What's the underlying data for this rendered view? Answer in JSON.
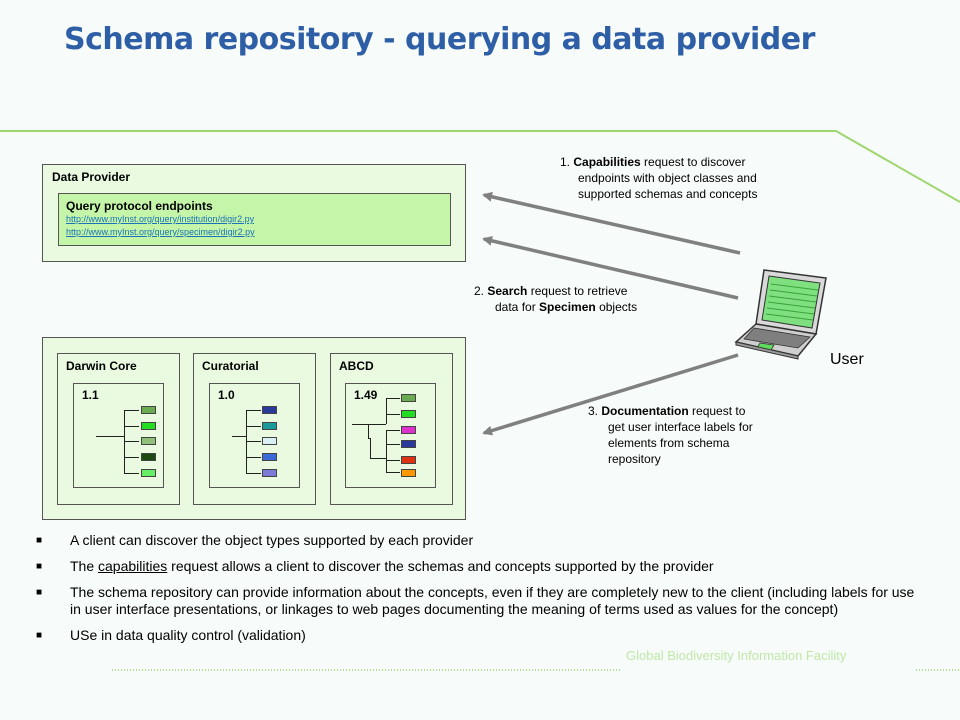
{
  "title": "Schema repository - querying a data provider",
  "data_provider": {
    "label": "Data Provider",
    "endpoints_heading": "Query protocol endpoints",
    "endpoints": [
      "http://www.myInst.org/query/institution/digir2.py",
      "http://www.myInst.org/query/specimen/digir2.py"
    ]
  },
  "schemas": [
    {
      "name": "Darwin Core",
      "version": "1.1",
      "node_colors": [
        "#6aaa50",
        "#22dd22",
        "#8fc079",
        "#1a4a10",
        "#66ee66"
      ]
    },
    {
      "name": "Curatorial",
      "version": "1.0",
      "node_colors": [
        "#2a3a9a",
        "#1a9a9a",
        "#d8f0f4",
        "#3a6ad8",
        "#7a7ad8"
      ]
    },
    {
      "name": "ABCD",
      "version": "1.49",
      "node_colors": [
        "#6aaa50",
        "#22dd22",
        "#dd33cc",
        "#2a3a9a",
        "#dd3311",
        "#ff9900"
      ]
    }
  ],
  "user": {
    "label": "User",
    "icon": "laptop-icon"
  },
  "requests": [
    {
      "number": "1.",
      "keyword": "Capabilities",
      "rest_line1": " request to discover",
      "lines": [
        "endpoints with object classes and",
        "supported schemas and concepts"
      ]
    },
    {
      "number": "2.",
      "keyword": "Search",
      "rest_line1": " request to retrieve",
      "line2_pre": "data for ",
      "line2_bold": "Specimen",
      "line2_post": " objects"
    },
    {
      "number": "3.",
      "keyword": "Documentation",
      "rest_line1": " request to",
      "lines": [
        "get user interface labels for",
        "elements from schema",
        "repository"
      ]
    }
  ],
  "bullets": {
    "b1": "A client can discover the object types supported by each provider",
    "b2_pre": "The ",
    "b2_link": "capabilities",
    "b2_post": " request allows a client to discover the schemas and concepts supported by the provider",
    "b3": "The schema repository can provide information about the concepts, even if they are completely new to the client (including labels for use in user interface presentations, or linkages to web pages documenting the meaning of terms used as values for the concept)",
    "b4": "USe in data quality control (validation)"
  },
  "footer": {
    "organization": "Global Biodiversity Information Facility"
  },
  "colors": {
    "title": "#2e5fa6",
    "panel": "#e9fae0",
    "endpoints": "#c4f5a8",
    "decor_line": "#9fd66e",
    "arrow": "#808080"
  }
}
